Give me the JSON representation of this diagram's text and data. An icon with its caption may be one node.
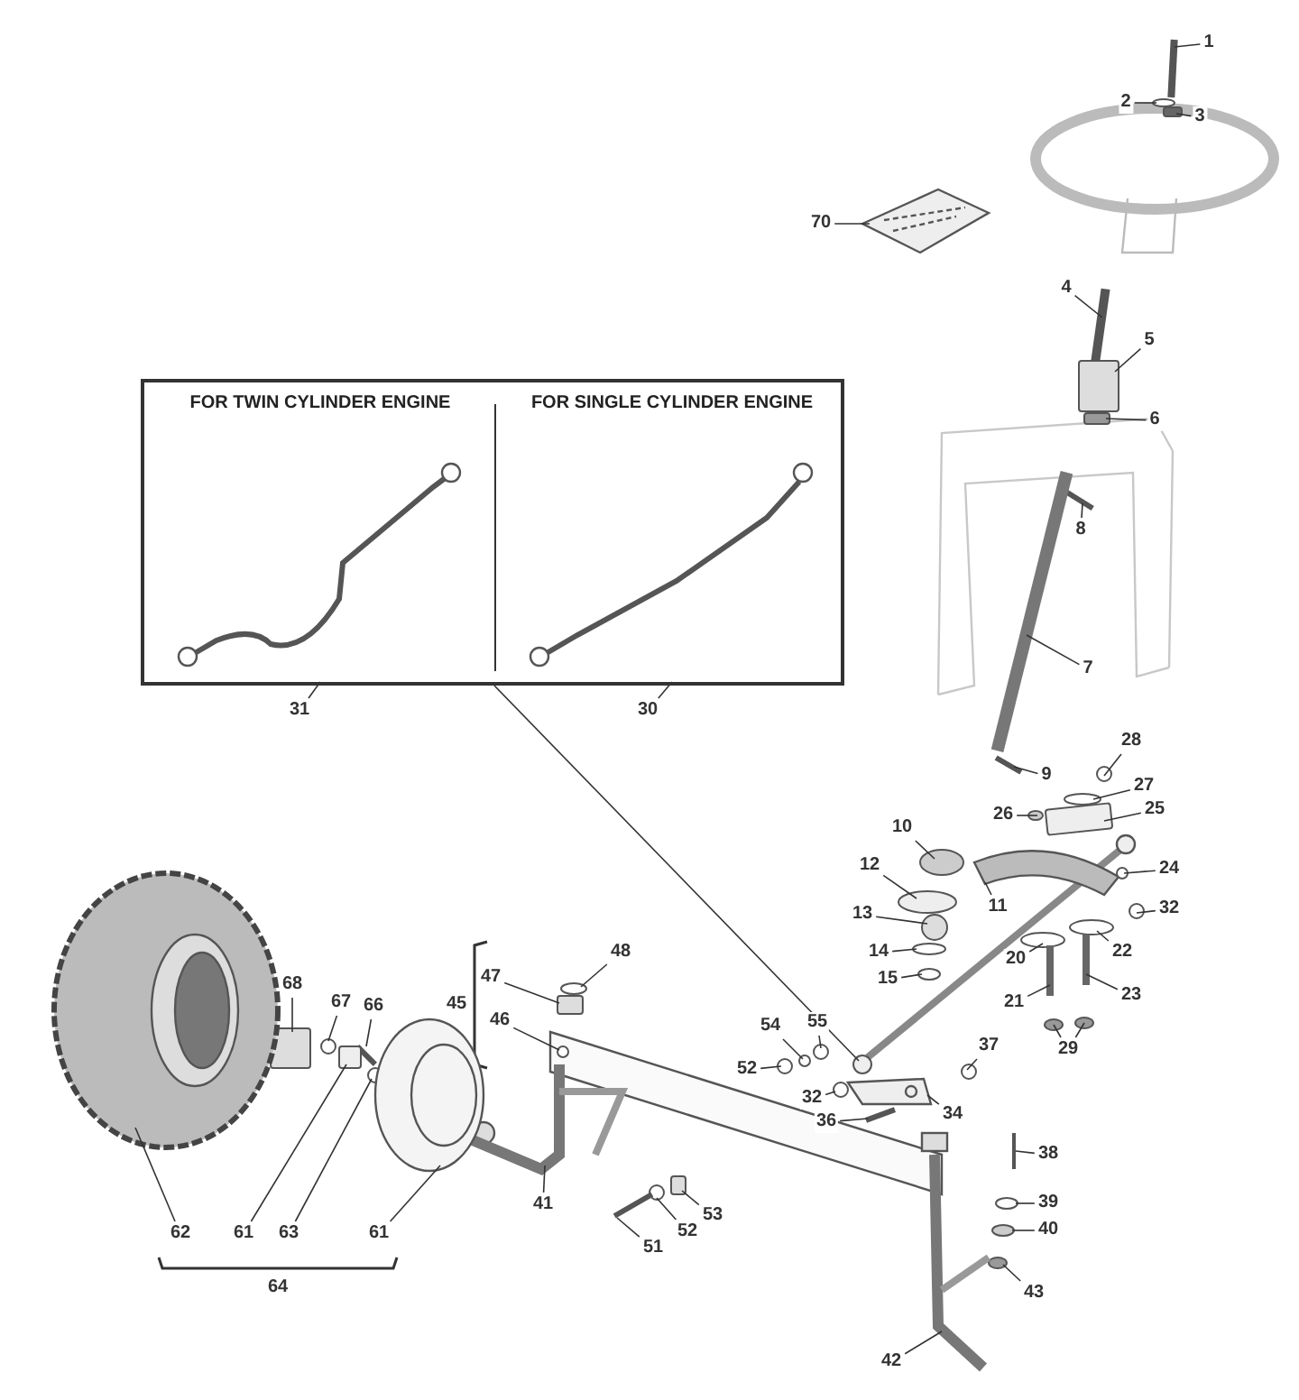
{
  "diagram": {
    "nodes": [
      {
        "text": [],
        "shape": "box"
      },
      {
        "text": [
          "FOR TWIN CYLINDER ENGINE"
        ],
        "in": 0
      },
      {
        "text": [
          "FOR SINGLE CYLINDER ENGINE"
        ],
        "in": 0
      },
      {
        "text": [
          "1"
        ]
      },
      {
        "text": [
          "2"
        ]
      },
      {
        "text": [
          "3"
        ]
      },
      {
        "text": [
          "70"
        ]
      },
      {
        "text": [
          "4"
        ]
      },
      {
        "text": [
          "5"
        ]
      },
      {
        "text": [
          "6"
        ]
      },
      {
        "text": [
          "8"
        ]
      },
      {
        "text": [
          "7"
        ]
      },
      {
        "text": [
          "31"
        ]
      },
      {
        "text": [
          "30"
        ]
      },
      {
        "text": [
          "9"
        ]
      },
      {
        "text": [
          "28"
        ]
      },
      {
        "text": [
          "27"
        ]
      },
      {
        "text": [
          "26"
        ]
      },
      {
        "text": [
          "25"
        ]
      },
      {
        "text": [
          "10"
        ]
      },
      {
        "text": [
          "12"
        ]
      },
      {
        "text": [
          "11"
        ]
      },
      {
        "text": [
          "24"
        ]
      },
      {
        "text": [
          "13"
        ]
      },
      {
        "text": [
          "32"
        ]
      },
      {
        "text": [
          "22"
        ]
      },
      {
        "text": [
          "14"
        ]
      },
      {
        "text": [
          "20"
        ]
      },
      {
        "text": [
          "15"
        ]
      },
      {
        "text": [
          "21"
        ]
      },
      {
        "text": [
          "23"
        ]
      },
      {
        "text": [
          "29"
        ]
      },
      {
        "text": [
          "48"
        ]
      },
      {
        "text": [
          "47"
        ]
      },
      {
        "text": [
          "46"
        ]
      },
      {
        "text": [
          "55"
        ]
      },
      {
        "text": [
          "54"
        ]
      },
      {
        "text": [
          "52"
        ]
      },
      {
        "text": [
          "32"
        ]
      },
      {
        "text": [
          "37"
        ]
      },
      {
        "text": [
          "34"
        ]
      },
      {
        "text": [
          "36"
        ]
      },
      {
        "text": [
          "38"
        ]
      },
      {
        "text": [
          "68"
        ]
      },
      {
        "text": [
          "67"
        ]
      },
      {
        "text": [
          "66"
        ]
      },
      {
        "text": [
          "39"
        ]
      },
      {
        "text": [
          "41"
        ]
      },
      {
        "text": [
          "53"
        ]
      },
      {
        "text": [
          "52"
        ]
      },
      {
        "text": [
          "40"
        ]
      },
      {
        "text": [
          "51"
        ]
      },
      {
        "text": [
          "43"
        ]
      },
      {
        "text": [
          "42"
        ]
      },
      {
        "text": [
          "62"
        ]
      },
      {
        "text": [
          "61"
        ]
      },
      {
        "text": [
          "63"
        ]
      },
      {
        "text": [
          "61"
        ]
      },
      {
        "text": [
          "45"
        ]
      },
      {
        "text": [
          "64"
        ]
      },
      {
        "text": [],
        "shape": "bar"
      },
      {
        "text": [],
        "shape": "circle"
      },
      {
        "text": [],
        "shape": "box"
      },
      {
        "text": [],
        "shape": "picture"
      },
      {
        "text": [],
        "shape": "bar"
      },
      {
        "text": [],
        "shape": "box"
      },
      {
        "text": [],
        "shape": "box"
      },
      {
        "text": [],
        "shape": "bar"
      },
      {
        "text": [],
        "shape": "bar"
      },
      {
        "text": [],
        "shape": "circle"
      },
      {
        "text": [],
        "shape": "bar"
      },
      {
        "text": [],
        "shape": "circle"
      },
      {
        "text": [],
        "shape": "circle"
      },
      {
        "text": [],
        "shape": "circle"
      },
      {
        "text": [],
        "shape": "box"
      },
      {
        "text": [],
        "shape": "circle"
      },
      {
        "text": [],
        "shape": "circle"
      },
      {
        "text": [],
        "shape": "picture"
      },
      {
        "text": [],
        "shape": "circle"
      },
      {
        "text": [],
        "shape": "circle"
      },
      {
        "text": [],
        "shape": "circle"
      },
      {
        "text": [],
        "shape": "circle"
      },
      {
        "text": [],
        "shape": "circle"
      },
      {
        "text": [],
        "shape": "circle"
      },
      {
        "text": [],
        "shape": "circle"
      },
      {
        "text": [],
        "shape": "bar"
      },
      {
        "text": [],
        "shape": "bar"
      },
      {
        "text": [],
        "shape": "circle"
      },
      {
        "text": [],
        "shape": "circle"
      },
      {
        "text": [],
        "shape": "circle"
      },
      {
        "text": [],
        "shape": "box"
      },
      {
        "text": [],
        "shape": "circle"
      },
      {
        "text": [],
        "shape": "circle"
      },
      {
        "text": [],
        "shape": "circle"
      },
      {
        "text": [],
        "shape": "circle"
      },
      {
        "text": [],
        "shape": "circle"
      },
      {
        "text": [],
        "shape": "circle"
      },
      {
        "text": [],
        "shape": "picture"
      },
      {
        "text": [],
        "shape": "bar"
      },
      {
        "text": [],
        "shape": "bar"
      },
      {
        "text": [],
        "shape": "box"
      },
      {
        "text": [],
        "shape": "circle"
      },
      {
        "text": [],
        "shape": "bar"
      },
      {
        "text": [],
        "shape": "circle"
      },
      {
        "text": [],
        "shape": "picture"
      },
      {
        "text": [],
        "shape": "box"
      },
      {
        "text": [],
        "shape": "circle"
      },
      {
        "text": [],
        "shape": "circle"
      },
      {
        "text": [],
        "shape": "bar"
      },
      {
        "text": [],
        "shape": "circle"
      },
      {
        "text": [],
        "shape": "picture"
      },
      {
        "text": [],
        "shape": "picture"
      },
      {
        "text": [],
        "shape": "box"
      },
      {
        "text": [],
        "shape": "circle"
      },
      {
        "text": [],
        "shape": "picture"
      }
    ],
    "edges": [
      {
        "from": 3,
        "to": 60,
        "arrow": "none"
      },
      {
        "from": 4,
        "to": 61,
        "arrow": "none"
      },
      {
        "from": 5,
        "to": 62,
        "arrow": "none"
      },
      {
        "from": 6,
        "to": 63,
        "arrow": "none"
      },
      {
        "from": 7,
        "to": 64,
        "arrow": "none"
      },
      {
        "from": 8,
        "to": 65,
        "arrow": "none"
      },
      {
        "from": 9,
        "to": 66,
        "arrow": "none"
      },
      {
        "from": 10,
        "to": 67,
        "arrow": "none"
      },
      {
        "from": 11,
        "to": 68,
        "arrow": "none"
      },
      {
        "from": 12,
        "to": 1,
        "arrow": "none"
      },
      {
        "from": 13,
        "to": 2,
        "arrow": "none"
      },
      {
        "from": 0,
        "to": 69,
        "arrow": "none"
      },
      {
        "from": 14,
        "to": 70,
        "arrow": "none"
      },
      {
        "from": 15,
        "to": 71,
        "arrow": "none"
      },
      {
        "from": 16,
        "to": 72,
        "arrow": "none"
      },
      {
        "from": 17,
        "to": 73,
        "arrow": "none"
      },
      {
        "from": 18,
        "to": 74,
        "arrow": "none"
      },
      {
        "from": 19,
        "to": 75,
        "arrow": "none"
      },
      {
        "from": 20,
        "to": 76,
        "arrow": "none"
      },
      {
        "from": 21,
        "to": 77,
        "arrow": "none"
      },
      {
        "from": 22,
        "to": 78,
        "arrow": "none"
      },
      {
        "from": 23,
        "to": 79,
        "arrow": "none"
      },
      {
        "from": 24,
        "to": 80,
        "arrow": "none"
      },
      {
        "from": 25,
        "to": 81,
        "arrow": "none"
      },
      {
        "from": 26,
        "to": 82,
        "arrow": "none"
      },
      {
        "from": 27,
        "to": 83,
        "arrow": "none"
      },
      {
        "from": 28,
        "to": 84,
        "arrow": "none"
      },
      {
        "from": 29,
        "to": 85,
        "arrow": "none"
      },
      {
        "from": 30,
        "to": 86,
        "arrow": "none"
      },
      {
        "from": 31,
        "to": 87,
        "arrow": "none"
      },
      {
        "from": 31,
        "to": 88,
        "arrow": "none"
      },
      {
        "from": 32,
        "to": 89,
        "arrow": "none"
      },
      {
        "from": 33,
        "to": 90,
        "arrow": "none"
      },
      {
        "from": 34,
        "to": 91,
        "arrow": "none"
      },
      {
        "from": 35,
        "to": 92,
        "arrow": "none"
      },
      {
        "from": 36,
        "to": 93,
        "arrow": "none"
      },
      {
        "from": 37,
        "to": 94,
        "arrow": "none"
      },
      {
        "from": 38,
        "to": 95,
        "arrow": "none"
      },
      {
        "from": 39,
        "to": 96,
        "arrow": "none"
      },
      {
        "from": 40,
        "to": 97,
        "arrow": "none"
      },
      {
        "from": 41,
        "to": 98,
        "arrow": "none"
      },
      {
        "from": 42,
        "to": 99,
        "arrow": "none"
      },
      {
        "from": 43,
        "to": 100,
        "arrow": "none"
      },
      {
        "from": 44,
        "to": 101,
        "arrow": "none"
      },
      {
        "from": 45,
        "to": 102,
        "arrow": "none"
      },
      {
        "from": 46,
        "to": 103,
        "arrow": "none"
      },
      {
        "from": 47,
        "to": 104,
        "arrow": "none"
      },
      {
        "from": 48,
        "to": 105,
        "arrow": "none"
      },
      {
        "from": 49,
        "to": 106,
        "arrow": "none"
      },
      {
        "from": 50,
        "to": 107,
        "arrow": "none"
      },
      {
        "from": 51,
        "to": 108,
        "arrow": "none"
      },
      {
        "from": 52,
        "to": 109,
        "arrow": "none"
      },
      {
        "from": 53,
        "to": 110,
        "arrow": "none"
      },
      {
        "from": 54,
        "to": 111,
        "arrow": "none"
      },
      {
        "from": 55,
        "to": 112,
        "arrow": "none"
      },
      {
        "from": 56,
        "to": 113,
        "arrow": "none"
      },
      {
        "from": 57,
        "to": 114,
        "arrow": "none"
      }
    ]
  }
}
